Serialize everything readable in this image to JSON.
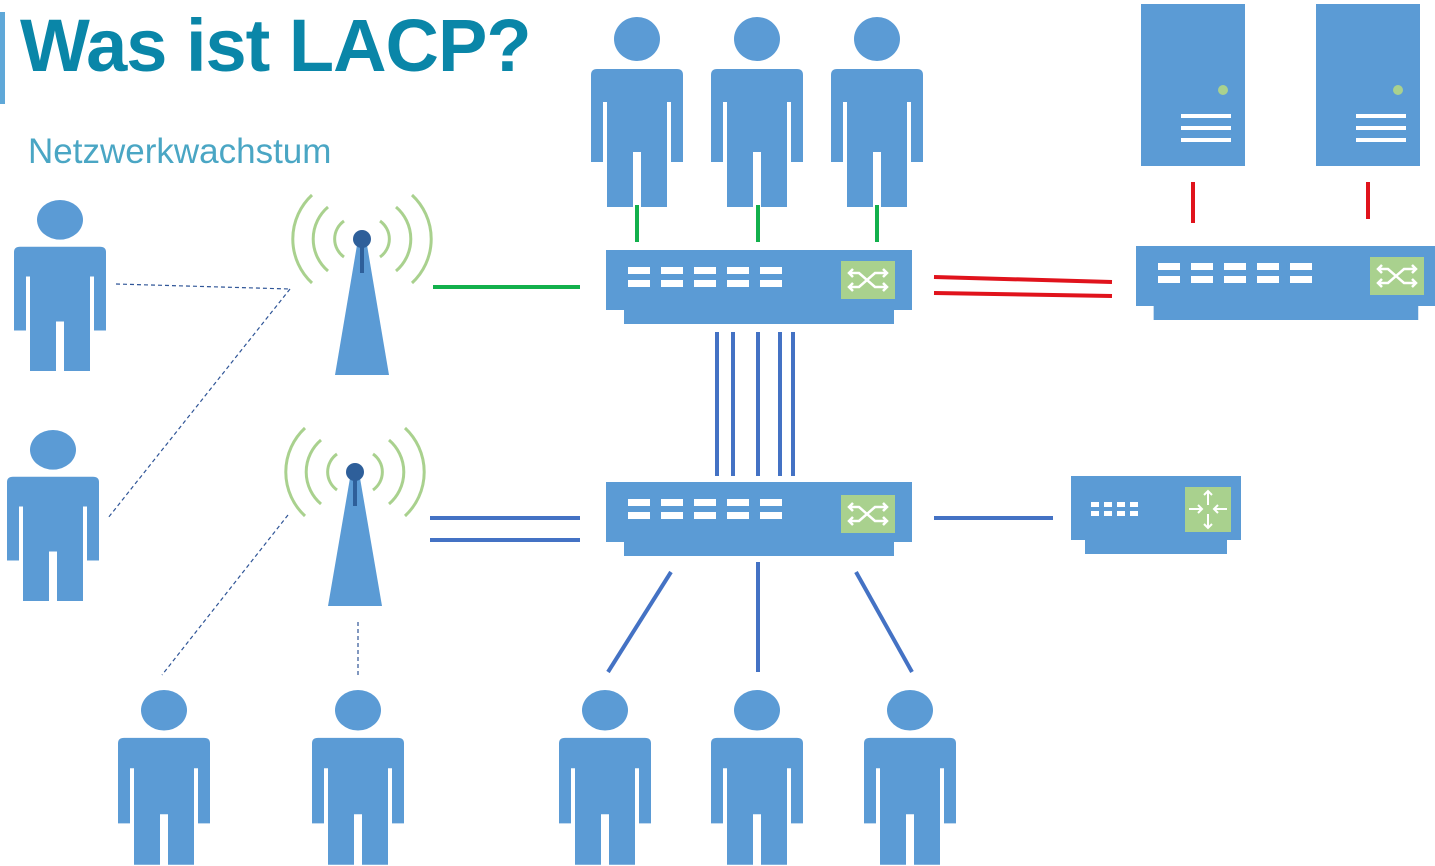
{
  "slide": {
    "title": "Was ist LACP?",
    "subtitle": "Netzwerkwachstum"
  },
  "colors": {
    "title": "#0a86a8",
    "subtitle": "#4aa6c4",
    "device": "#5b9bd5",
    "device_light": "#ffffff",
    "switch_icon": "#a9d18e",
    "wifi_wave": "#a9d18e",
    "wifi_dot": "#2e5f9a",
    "link_green": "#12b04c",
    "link_red": "#e0131c",
    "link_blue": "#4472c4",
    "link_dashed": "#2f5597"
  },
  "diagram": {
    "persons": [
      "top-1",
      "top-2",
      "top-3",
      "left-1",
      "left-2",
      "bottom-1",
      "bottom-2",
      "bottom-3",
      "bottom-4",
      "bottom-5"
    ],
    "servers": [
      "server-1",
      "server-2"
    ],
    "switches": [
      "switch-top",
      "switch-middle",
      "switch-right"
    ],
    "access_points": [
      "ap-top",
      "ap-bottom"
    ],
    "routers": [
      "router"
    ],
    "icons": {
      "person": "person-icon",
      "server": "server-icon",
      "switch": "network-switch-icon",
      "access_point": "wireless-access-point-icon",
      "router": "router-icon"
    }
  }
}
